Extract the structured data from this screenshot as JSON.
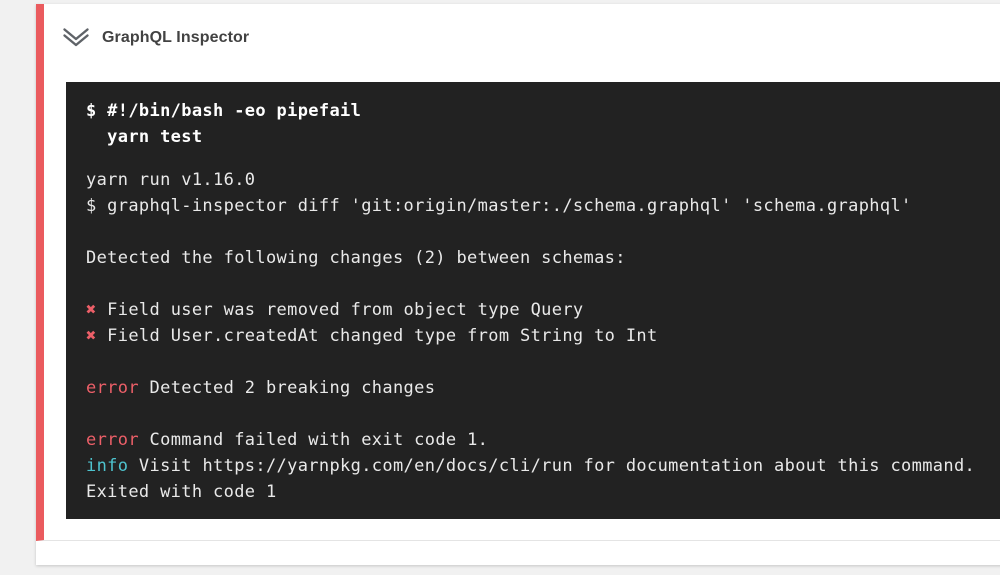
{
  "colors": {
    "page_background": "#f1f1f1",
    "card_background": "#ffffff",
    "stripe_red": "#ea5b5e",
    "terminal_background": "#222222",
    "terminal_text": "#e9e9e9",
    "terminal_red": "#ec5f68",
    "terminal_cyan": "#4ec3ce",
    "title_text": "#424242"
  },
  "step": {
    "title": "GraphQL Inspector",
    "status": "failed",
    "chevron_icon": "double-chevron-down-icon"
  },
  "terminal": {
    "command_lines": [
      "$ #!/bin/bash -eo pipefail",
      "  yarn test"
    ],
    "output_lines": [
      [
        {
          "text": "yarn run v1.16.0",
          "color": "default"
        }
      ],
      [
        {
          "text": "$ graphql-inspector diff 'git:origin/master:./schema.graphql' 'schema.graphql'",
          "color": "default"
        }
      ],
      [
        {
          "text": "",
          "color": "default"
        }
      ],
      [
        {
          "text": "Detected the following changes (2) between schemas:",
          "color": "default"
        }
      ],
      [
        {
          "text": "",
          "color": "default"
        }
      ],
      [
        {
          "text": "✖",
          "color": "red"
        },
        {
          "text": " Field user was removed from object type Query",
          "color": "default"
        }
      ],
      [
        {
          "text": "✖",
          "color": "red"
        },
        {
          "text": " Field User.createdAt changed type from String to Int",
          "color": "default"
        }
      ],
      [
        {
          "text": "",
          "color": "default"
        }
      ],
      [
        {
          "text": "error",
          "color": "red"
        },
        {
          "text": " Detected 2 breaking changes",
          "color": "default"
        }
      ],
      [
        {
          "text": "",
          "color": "default"
        }
      ],
      [
        {
          "text": "error",
          "color": "red"
        },
        {
          "text": " Command failed with exit code 1.",
          "color": "default"
        }
      ],
      [
        {
          "text": "info",
          "color": "cyan"
        },
        {
          "text": " Visit https://yarnpkg.com/en/docs/cli/run for documentation about this command.",
          "color": "default"
        }
      ],
      [
        {
          "text": "Exited with code 1",
          "color": "default"
        }
      ]
    ]
  }
}
